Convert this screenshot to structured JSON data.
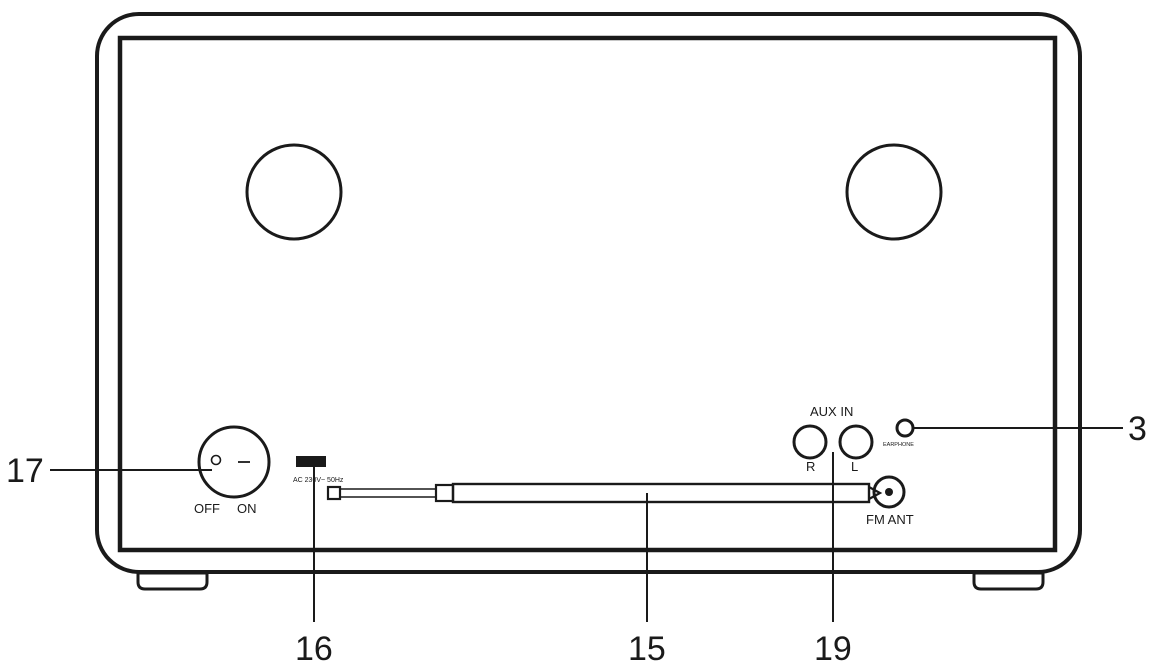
{
  "diagram": {
    "callouts": {
      "c17": "17",
      "c16": "16",
      "c15": "15",
      "c19": "19",
      "c3": "3"
    },
    "labels": {
      "switch_off": "OFF",
      "switch_on": "ON",
      "power_rating": "AC 230V~ 50Hz",
      "aux_in": "AUX IN",
      "aux_r": "R",
      "aux_l": "L",
      "earphone": "EARPHONE",
      "fm_ant": "FM ANT"
    },
    "colors": {
      "line": "#1a1a1a",
      "background": "#ffffff"
    }
  }
}
